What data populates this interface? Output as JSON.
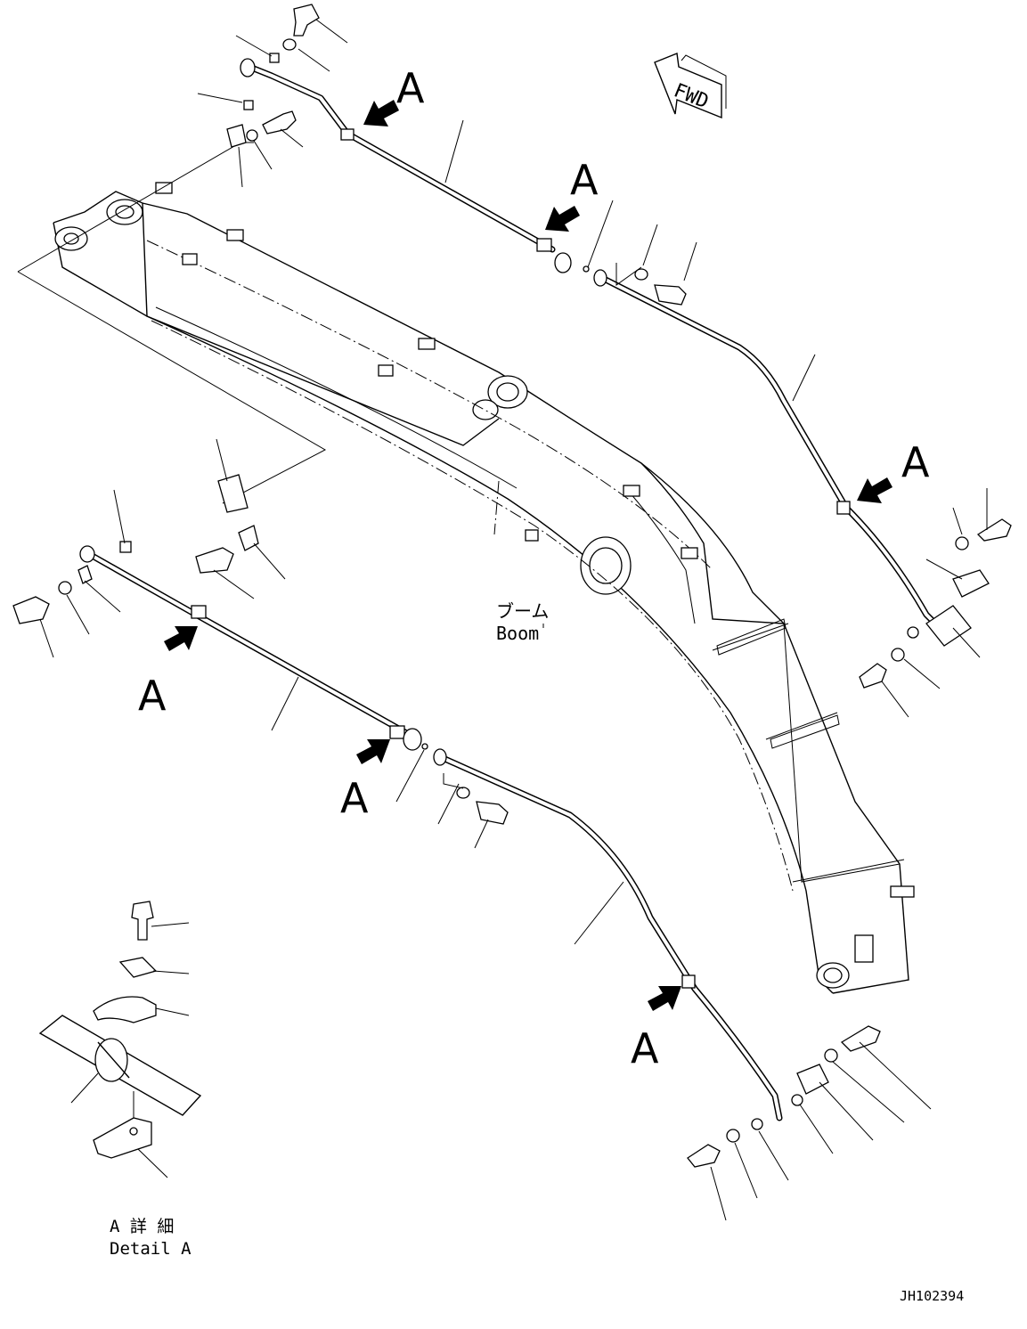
{
  "callout_letter": "A",
  "fwd_sign": "FWD",
  "boom_label_jp": "ブーム",
  "boom_label_en": "Boom",
  "detail_label_jp": "A 詳 細",
  "detail_label_en": "Detail A",
  "drawing_number": "JH102394"
}
